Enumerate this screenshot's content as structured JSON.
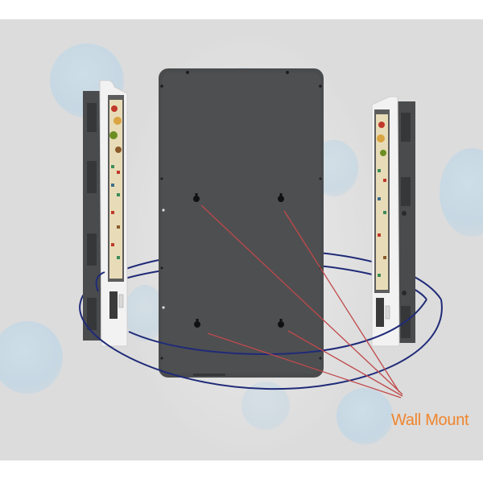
{
  "caption": {
    "text": "Wall Mount",
    "color": "#f0852d"
  },
  "product": {
    "views": [
      "left-side-view",
      "rear-view",
      "right-side-view"
    ],
    "mount_holes": 4,
    "body_color": "#4a4b4d",
    "bezel_color": "#f2f2f2",
    "orbit_color": "#1f2a78",
    "pointer_color": "#c0494b"
  },
  "background": {
    "color": "#dcdcdc",
    "bubble_color": "#c7dbe6"
  }
}
